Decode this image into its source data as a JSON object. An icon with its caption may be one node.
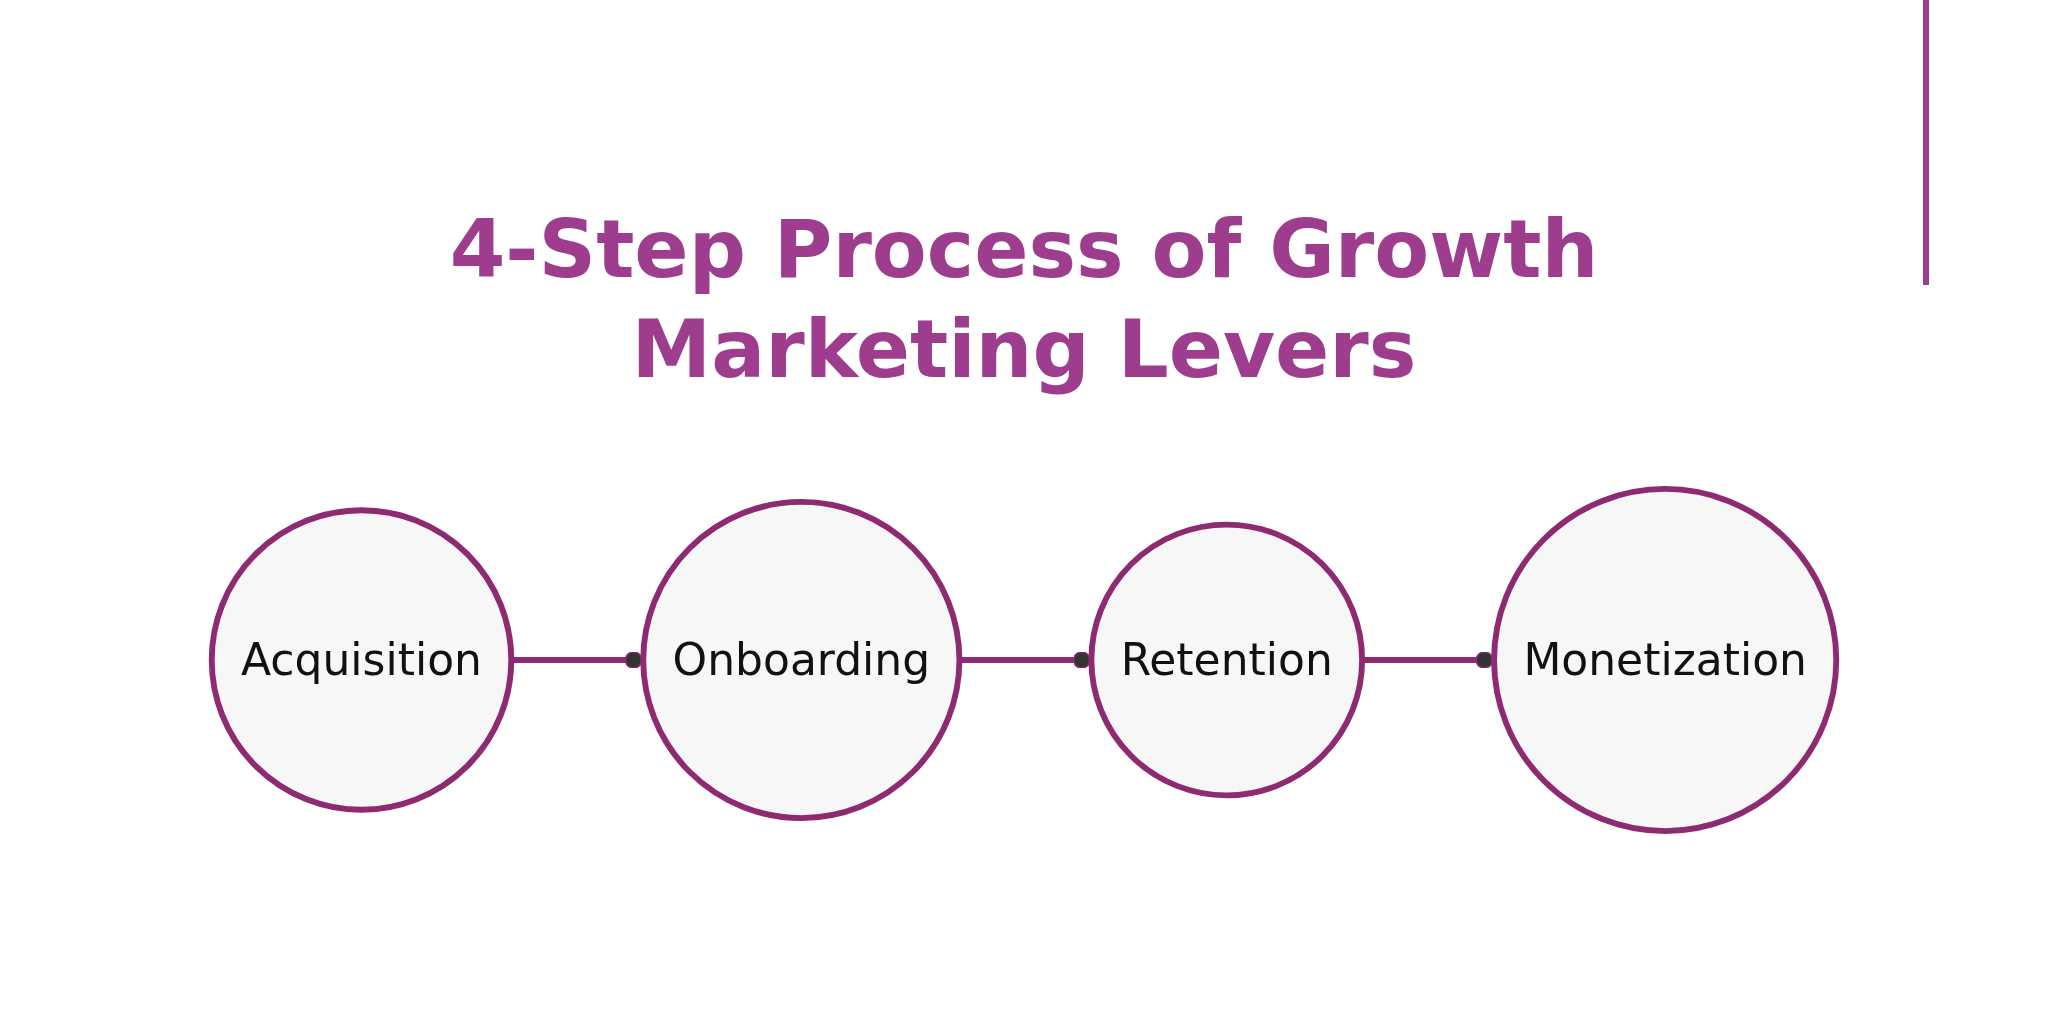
{
  "diagram": {
    "title": "4-Step Process of Growth Marketing Levers",
    "nodes": [
      {
        "text": [
          "Acquisition"
        ]
      },
      {
        "text": [
          "Onboarding"
        ]
      },
      {
        "text": [
          "Retention"
        ]
      },
      {
        "text": [
          "Monetization"
        ]
      }
    ],
    "edges": [
      {
        "from": 0,
        "to": 1,
        "arrow": "other"
      },
      {
        "from": 1,
        "to": 2,
        "arrow": "other"
      },
      {
        "from": 2,
        "to": 3,
        "arrow": "other"
      }
    ]
  }
}
